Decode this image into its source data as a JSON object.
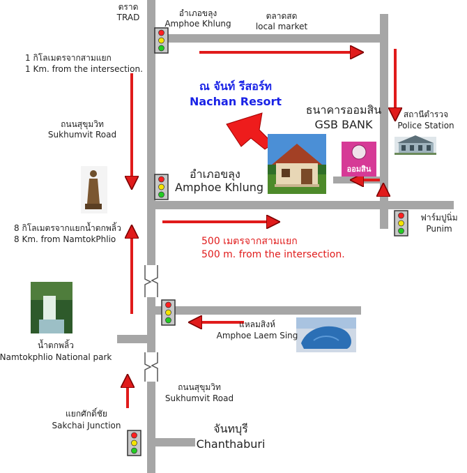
{
  "labels": {
    "trad_th": "ตราด",
    "trad_en": "TRAD",
    "amphoe_top_th": "อำเภอขลุง",
    "amphoe_top_en": "Amphoe Khlung",
    "market_th": "ตลาดสด",
    "market_en": "local market",
    "km1_th": "1 กิโลเมตรจากสามแยก",
    "km1_en": "1 Km. from the intersection.",
    "resort_th": "ณ  จันท์ รีสอร์ท",
    "resort_en": "Nachan Resort",
    "gsb_th": "ธนาคารออมสิน",
    "gsb_en": "GSB BANK",
    "gsb_logo": "ออมสิน",
    "police_th": "สถานีตำรวจ",
    "police_en": "Police Station",
    "sukhumvit_top_th": "ถนนสุขุมวิท",
    "sukhumvit_top_en": "Sukhumvit Road",
    "amphoe_mid_th": "อำเภอขลุง",
    "amphoe_mid_en": "Amphoe Khlung",
    "punim_th": "ฟาร์มปูนิ่ม",
    "punim_en": "Punim",
    "m500_th": "500 เมตรจากสามแยก",
    "m500_en": "500 m. from the intersection.",
    "km8_th": "8 กิโลเมตรจากแยกน้ำตกพลิ้ว",
    "km8_en": "8 Km. from NamtokPhlio",
    "laemsing_th": "แหลมสิงห์",
    "laemsing_en": "Amphoe Laem Sing",
    "namtok_th": "น้ำตกพลิ้ว",
    "namtok_en": "Namtokphlio National park",
    "sukhumvit_bot_th": "ถนนสุขุมวิท",
    "sukhumvit_bot_en": "Sukhumvit Road",
    "sakchai_th": "แยกศักดิ์ชัย",
    "sakchai_en": "Sakchai Junction",
    "chanthaburi_th": "จันทบุรี",
    "chanthaburi_en": "Chanthaburi"
  },
  "colors": {
    "road": "#a6a6a6",
    "arrow": "#e01b1b",
    "accent_blue": "#1a23e6",
    "light_red": "#ff2020",
    "light_yellow": "#f5e400",
    "light_green": "#22cc22"
  },
  "icons": [
    "traffic-light-icon",
    "direction-arrow-icon",
    "road-break-icon",
    "pointer-arrow-icon"
  ]
}
